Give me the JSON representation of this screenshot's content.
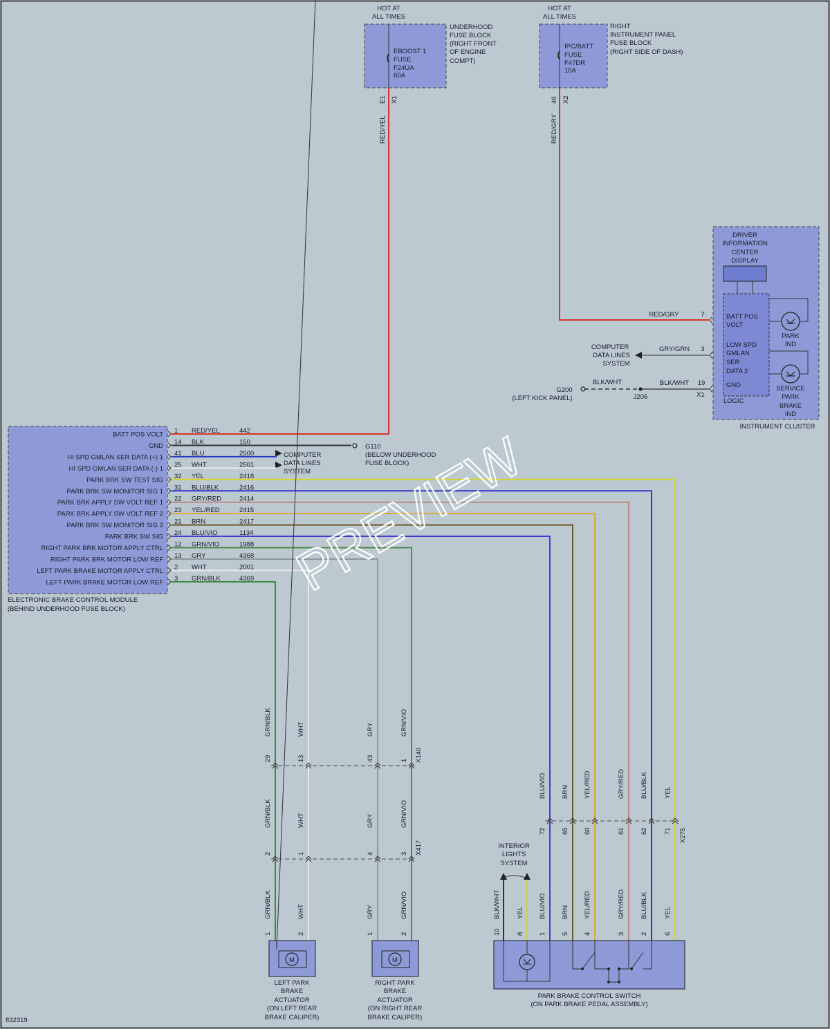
{
  "figure_id": "832319",
  "watermark": "PREVIEW",
  "underhood_fuse": {
    "hot": [
      "HOT AT",
      "ALL TIMES"
    ],
    "fuse_lines": [
      "EBOOST 1",
      "FUSE",
      "F24UA",
      "60A"
    ],
    "block_lines": [
      "UNDERHOOD",
      "FUSE BLOCK",
      "(RIGHT FRONT",
      "OF ENGINE",
      "COMPT)"
    ],
    "pin": "E1",
    "conn": "X1",
    "wire": "RED/YEL"
  },
  "ip_fuse": {
    "hot": [
      "HOT AT",
      "ALL TIMES"
    ],
    "fuse_lines": [
      "IPC/BATT",
      "FUSE",
      "F47DR",
      "10A"
    ],
    "block_lines": [
      "RIGHT",
      "INSTRUMENT PANEL",
      "FUSE BLOCK",
      "(RIGHT SIDE OF DASH)"
    ],
    "pin": "46",
    "conn": "X2",
    "wire": "RED/GRY"
  },
  "cluster": {
    "dic_lines": [
      "DRIVER",
      "INFORMATION",
      "CENTER",
      "DISPLAY"
    ],
    "batt": [
      "BATT POS",
      "VOLT"
    ],
    "lan": [
      "LOW SPD",
      "GMLAN",
      "SER",
      "DATA 2"
    ],
    "gnd": "GND",
    "logic": "LOGIC",
    "park_ind": [
      "PARK",
      "IND"
    ],
    "service_ind": [
      "SERVICE",
      "PARK",
      "BRAKE",
      "IND"
    ],
    "caption": "INSTRUMENT CLUSTER",
    "pin7_wire": "RED/GRY",
    "pin7": "7",
    "pin3_wire": "GRY/GRN",
    "pin3": "3",
    "pin19_wire": "BLK/WHT",
    "pin19": "19",
    "conn": "X1",
    "data_sys": [
      "COMPUTER",
      "DATA LINES",
      "SYSTEM"
    ],
    "g200": "G200",
    "g200_loc": "(LEFT KICK PANEL)",
    "g200_wire": "BLK/WHT",
    "splice": "J206"
  },
  "ebcm": {
    "caption": [
      "ELECTRONIC BRAKE CONTROL MODULE",
      "(BEHIND UNDERHOOD FUSE BLOCK)"
    ],
    "rows": [
      {
        "label": "BATT POS VOLT",
        "pin": "1",
        "wire": "RED/YEL",
        "circuit": "442",
        "color": "#d9342c"
      },
      {
        "label": "GND",
        "pin": "14",
        "wire": "BLK",
        "circuit": "150",
        "color": "#333333"
      },
      {
        "label": "HI SPD GMLAN SER DATA (+) 1",
        "pin": "41",
        "wire": "BLU",
        "circuit": "2500",
        "color": "#2a36c8"
      },
      {
        "label": "HI SPD GMLAN SER DATA (-) 1",
        "pin": "25",
        "wire": "WHT",
        "circuit": "2501",
        "color": "#e8e8e8"
      },
      {
        "label": "PARK BRK SW TEST SIG",
        "pin": "32",
        "wire": "YEL",
        "circuit": "2418",
        "color": "#d6d32a"
      },
      {
        "label": "PARK BRK SW MONITOR SIG 1",
        "pin": "31",
        "wire": "BLU/BLK",
        "circuit": "2416",
        "color": "#2a36c8"
      },
      {
        "label": "PARK BRK APPLY SW VOLT REF 1",
        "pin": "22",
        "wire": "GRY/RED",
        "circuit": "2414",
        "color": "#b98a82"
      },
      {
        "label": "PARK BRK APPLY SW VOLT REF 2",
        "pin": "23",
        "wire": "YEL/RED",
        "circuit": "2415",
        "color": "#d9a93a"
      },
      {
        "label": "PARK BRK SW MONITOR SIG 2",
        "pin": "21",
        "wire": "BRN",
        "circuit": "2417",
        "color": "#6b5a2a"
      },
      {
        "label": "PARK BRK SW SIG",
        "pin": "24",
        "wire": "BLU/VIO",
        "circuit": "1134",
        "color": "#4a3ad0"
      },
      {
        "label": "RIGHT PARK BRK MOTOR APPLY CTRL",
        "pin": "12",
        "wire": "GRN/VIO",
        "circuit": "1988",
        "color": "#4a8a4a"
      },
      {
        "label": "RIGHT PARK BRK MOTOR LOW REF",
        "pin": "13",
        "wire": "GRY",
        "circuit": "4368",
        "color": "#8c969c"
      },
      {
        "label": "LEFT PARK BRAKE MOTOR APPLY CTRL",
        "pin": "2",
        "wire": "WHT",
        "circuit": "2001",
        "color": "#e8e8e8"
      },
      {
        "label": "LEFT PARK BRAKE MOTOR LOW REF",
        "pin": "3",
        "wire": "GRN/BLK",
        "circuit": "4369",
        "color": "#3d8a3d"
      }
    ],
    "g110": "G110",
    "g110_loc": [
      "(BELOW UNDERHOOD",
      "FUSE BLOCK)"
    ],
    "data_sys": [
      "COMPUTER",
      "DATA LINES",
      "SYSTEM"
    ]
  },
  "x140": {
    "name": "X140",
    "pins": [
      "29",
      "13",
      "43",
      "1"
    ]
  },
  "x417": {
    "name": "X417",
    "pins": [
      "2",
      "1",
      "4",
      "3"
    ]
  },
  "x275": {
    "name": "X275",
    "pins": [
      "72",
      "65",
      "60",
      "61",
      "62",
      "71"
    ]
  },
  "actuator_left": {
    "pins": [
      "1",
      "2"
    ],
    "wires": [
      "GRN/BLK",
      "WHT"
    ],
    "caption": [
      "LEFT PARK",
      "BRAKE",
      "ACTUATOR",
      "(ON LEFT REAR",
      "BRAKE CALIPER)"
    ]
  },
  "actuator_right": {
    "pins": [
      "1",
      "2"
    ],
    "wires": [
      "GRY",
      "GRN/VIO"
    ],
    "caption": [
      "RIGHT PARK",
      "BRAKE",
      "ACTUATOR",
      "(ON RIGHT REAR",
      "BRAKE CALIPER)"
    ]
  },
  "switch": {
    "pins": [
      "10",
      "8",
      "1",
      "5",
      "4",
      "3",
      "2",
      "6"
    ],
    "wires": [
      "BLK/WHT",
      "YEL",
      "BLU/VIO",
      "BRN",
      "YEL/RED",
      "GRY/RED",
      "BLU/BLK",
      "YEL"
    ],
    "interior": [
      "INTERIOR",
      "LIGHTS",
      "SYSTEM"
    ],
    "caption": [
      "PARK BRAKE CONTROL SWITCH",
      "(ON PARK BRAKE PEDAL ASSEMBLY)"
    ]
  },
  "colors": {
    "background": "#bcc9d1",
    "box": "#8e9ad8",
    "red": "#d9342c",
    "blue": "#2a36c8"
  }
}
